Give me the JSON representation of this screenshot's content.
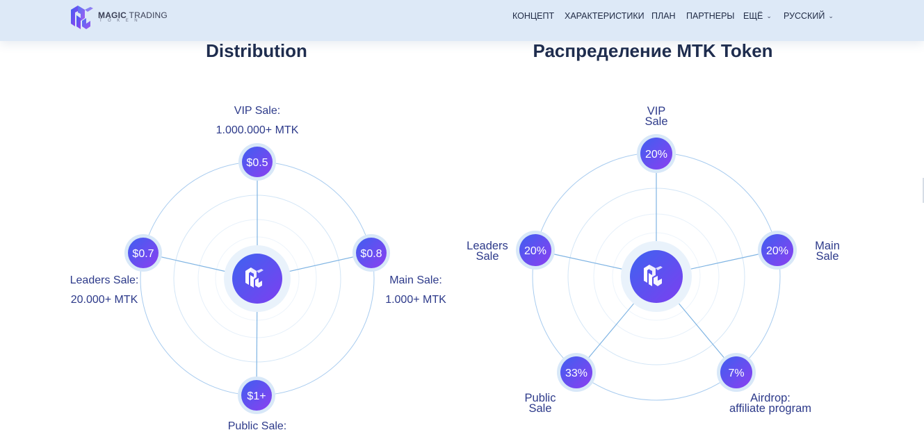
{
  "header": {
    "logo": {
      "name_bold": "MAGIC",
      "name_light": "TRADING",
      "subtitle": "TOKEN",
      "icon": "mtk-cube-logo-icon"
    },
    "nav": [
      {
        "label": "КОНЦЕПТ"
      },
      {
        "label": "ХАРАКТЕРИСТИКИ"
      },
      {
        "label": "ПЛАН"
      },
      {
        "label": "ПАРТНЕРЫ"
      },
      {
        "label": "ЕЩЁ",
        "icon": "chevron-down-icon"
      },
      {
        "label": "РУССКИЙ",
        "icon": "chevron-down-icon"
      }
    ]
  },
  "left": {
    "title": "Distribution",
    "nodes": [
      {
        "value": "$0.5",
        "label": [
          "VIP Sale:",
          "1.000.000+ MTK"
        ]
      },
      {
        "value": "$0.8",
        "label": [
          "Main Sale:",
          "1.000+ MTK"
        ]
      },
      {
        "value": "$1+",
        "label": [
          "Public Sale:"
        ]
      },
      {
        "value": "$0.7",
        "label": [
          "Leaders Sale:",
          "20.000+ MTK"
        ]
      }
    ]
  },
  "right": {
    "title": "Распределение MTK Token",
    "nodes": [
      {
        "value": "20%",
        "label": [
          "VIP",
          "Sale"
        ]
      },
      {
        "value": "20%",
        "label": [
          "Main",
          "Sale"
        ]
      },
      {
        "value": "7%",
        "label": [
          "Airdrop:",
          "affiliate program"
        ]
      },
      {
        "value": "33%",
        "label": [
          "Public",
          "Sale"
        ]
      },
      {
        "value": "20%",
        "label": [
          "Leaders",
          "Sale"
        ]
      }
    ]
  },
  "colors": {
    "header_bg": "#dde9f7",
    "text_dark": "#1f2d4e",
    "label_blue": "#2d3a8a",
    "node_gradient_start": "#3f5ff0",
    "node_gradient_end": "#8b3ff0",
    "line": "#7fb4e3"
  }
}
